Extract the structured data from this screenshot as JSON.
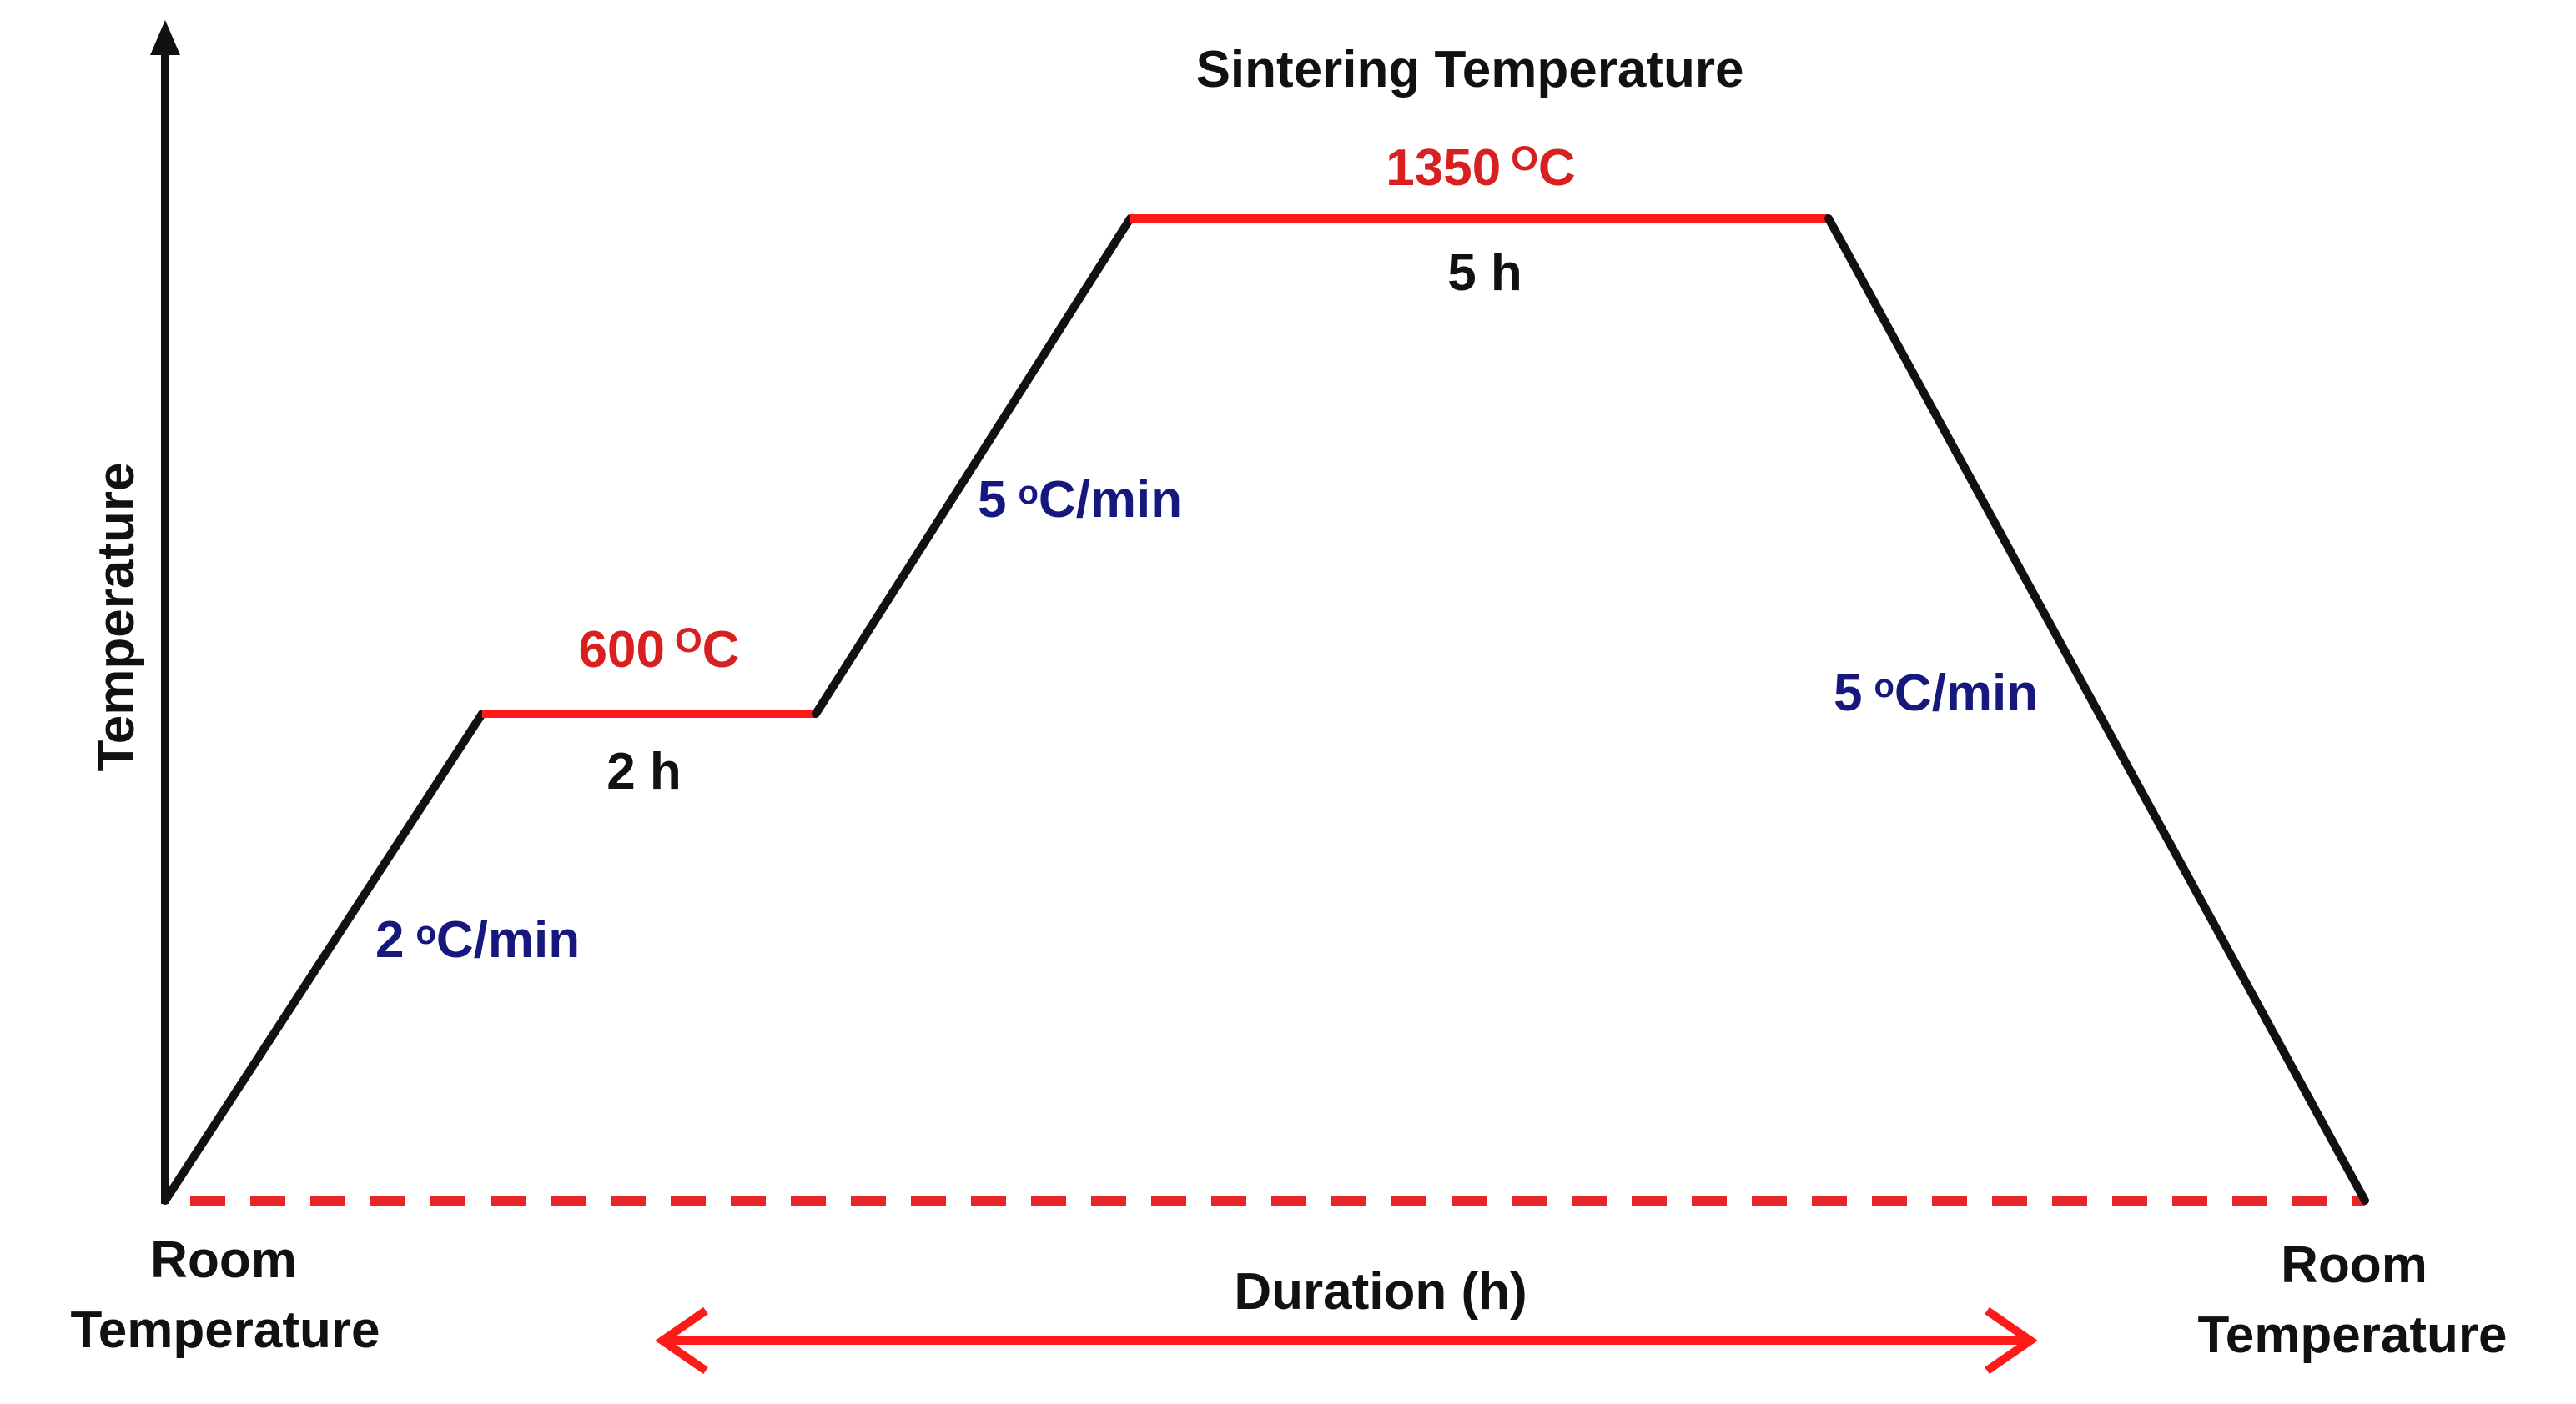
{
  "axis": {
    "y_label": "Temperature"
  },
  "stages": {
    "title": "Sintering Temperature",
    "hold1": {
      "temp": "600",
      "unit": "C",
      "sup": "O",
      "duration": "2 h"
    },
    "hold2": {
      "temp": "1350",
      "unit": "C",
      "sup": "O",
      "duration": "5 h"
    }
  },
  "rates": {
    "ramp1": {
      "value": "2",
      "sup": "o",
      "unit": "C/min"
    },
    "ramp2": {
      "value": "5",
      "sup": "o",
      "unit": "C/min"
    },
    "cool": {
      "value": "5",
      "sup": "o",
      "unit": "C/min"
    }
  },
  "ends": {
    "start": {
      "line1": "Room",
      "line2": "Temperature"
    },
    "end": {
      "line1": "Room",
      "line2": "Temperature"
    }
  },
  "duration": {
    "label": "Duration (h)"
  },
  "colors": {
    "profile": "#111111",
    "hold": "#ff1a1a",
    "temp_label": "#d92020",
    "rate_label": "#17187e",
    "baseline": "#e8262a"
  }
}
